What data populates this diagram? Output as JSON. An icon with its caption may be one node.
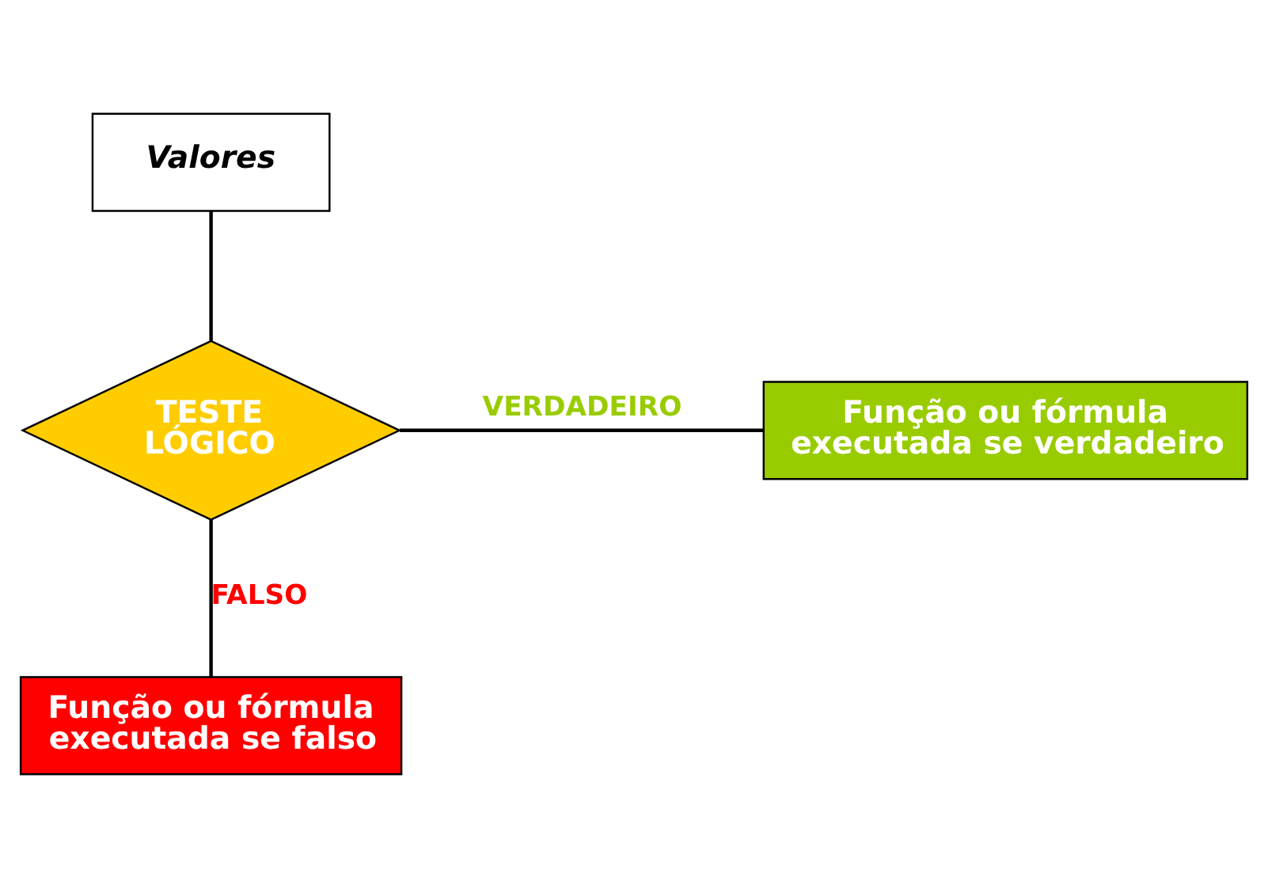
{
  "diagram": {
    "nodes": [
      {
        "text": [
          "Valores"
        ]
      },
      {
        "text": [
          "TESTE LÓGICO"
        ]
      },
      {
        "text": [
          "Função ou fórmula executada se verdadeiro"
        ]
      },
      {
        "text": [
          "Função ou fórmula executada se falso"
        ]
      }
    ],
    "edges": [
      {
        "from": 0,
        "to": 1,
        "arrow": "none"
      },
      {
        "from": 1,
        "to": 2,
        "arrow": "none",
        "label": "VERDADEIRO"
      },
      {
        "from": 1,
        "to": 3,
        "arrow": "none",
        "label": "FALSO"
      }
    ]
  }
}
